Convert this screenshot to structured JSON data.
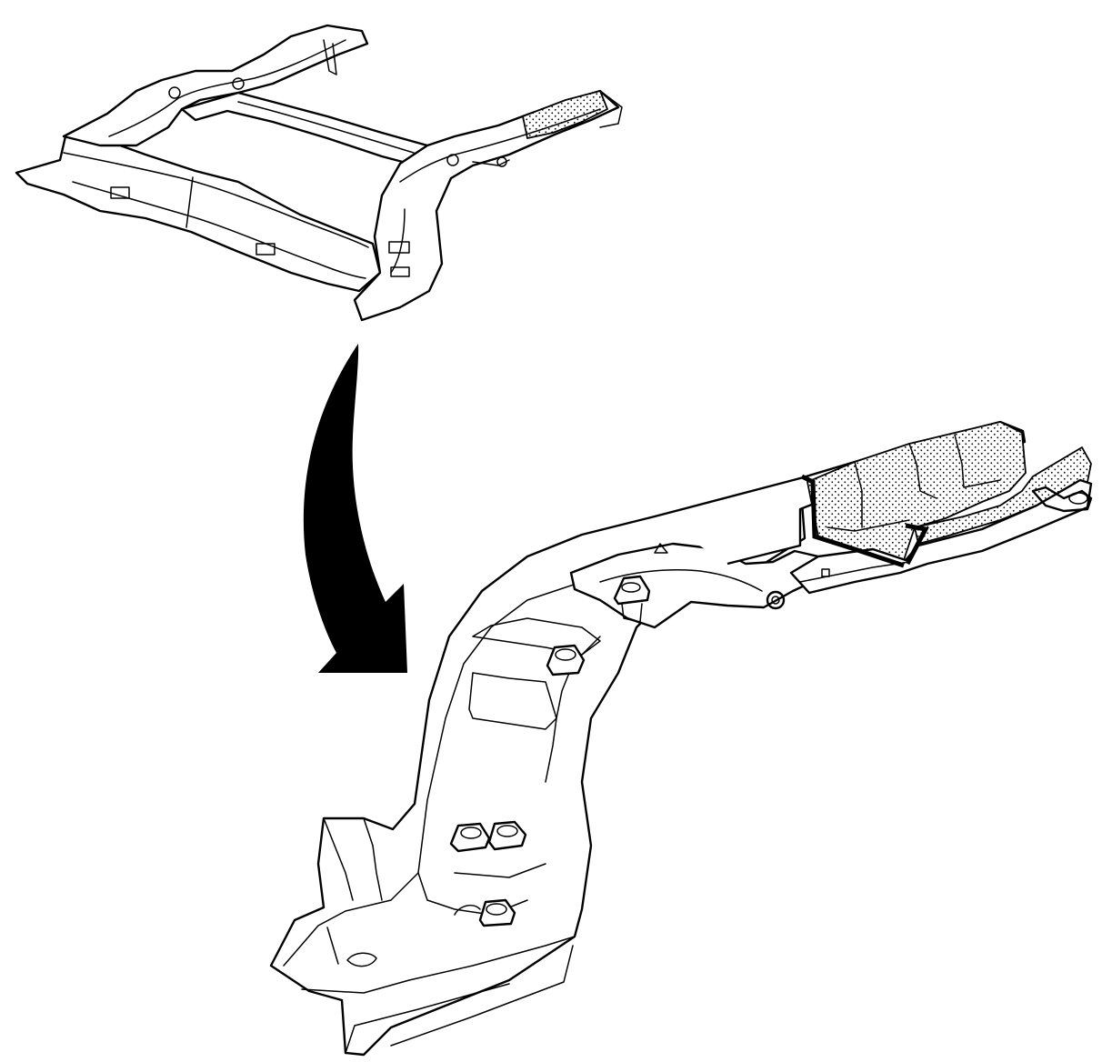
{
  "diagram": {
    "views": [
      {
        "id": "overview",
        "subject": "full-frame-assembly"
      },
      {
        "id": "detail",
        "subject": "rear-frame-rail-section"
      }
    ],
    "highlight_pattern": "stippled",
    "arrow_direction": "overview-to-detail",
    "colors": {
      "line": "#000000",
      "background": "#ffffff",
      "stipple": "#000000"
    }
  }
}
